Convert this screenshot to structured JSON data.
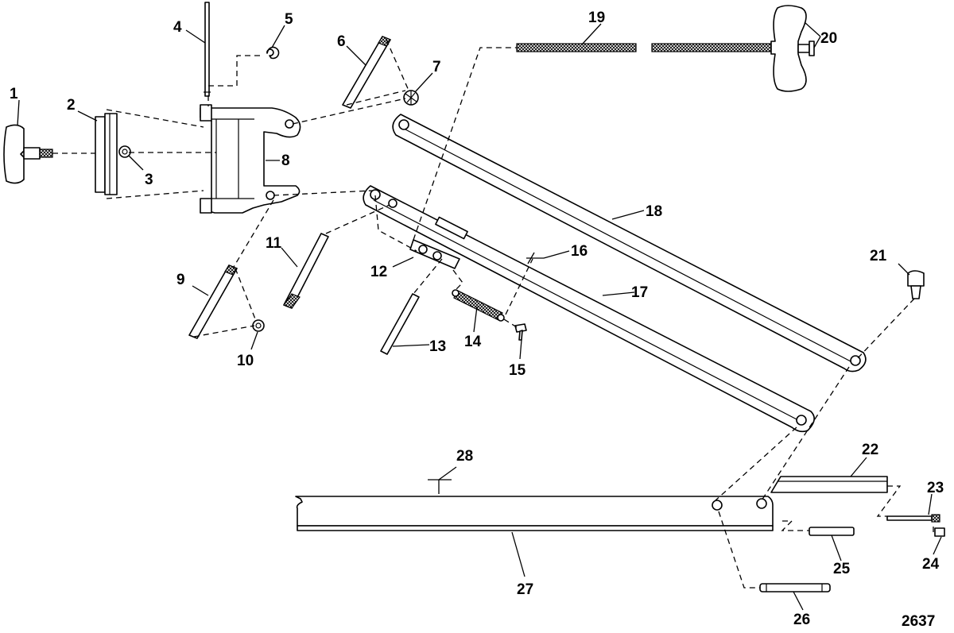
{
  "diagram": {
    "reference_number": "2637",
    "callouts": [
      "1",
      "2",
      "3",
      "4",
      "5",
      "6",
      "7",
      "8",
      "9",
      "10",
      "11",
      "12",
      "13",
      "14",
      "15",
      "16",
      "17",
      "18",
      "19",
      "20",
      "21",
      "22",
      "23",
      "24",
      "25",
      "26",
      "27",
      "28"
    ]
  }
}
